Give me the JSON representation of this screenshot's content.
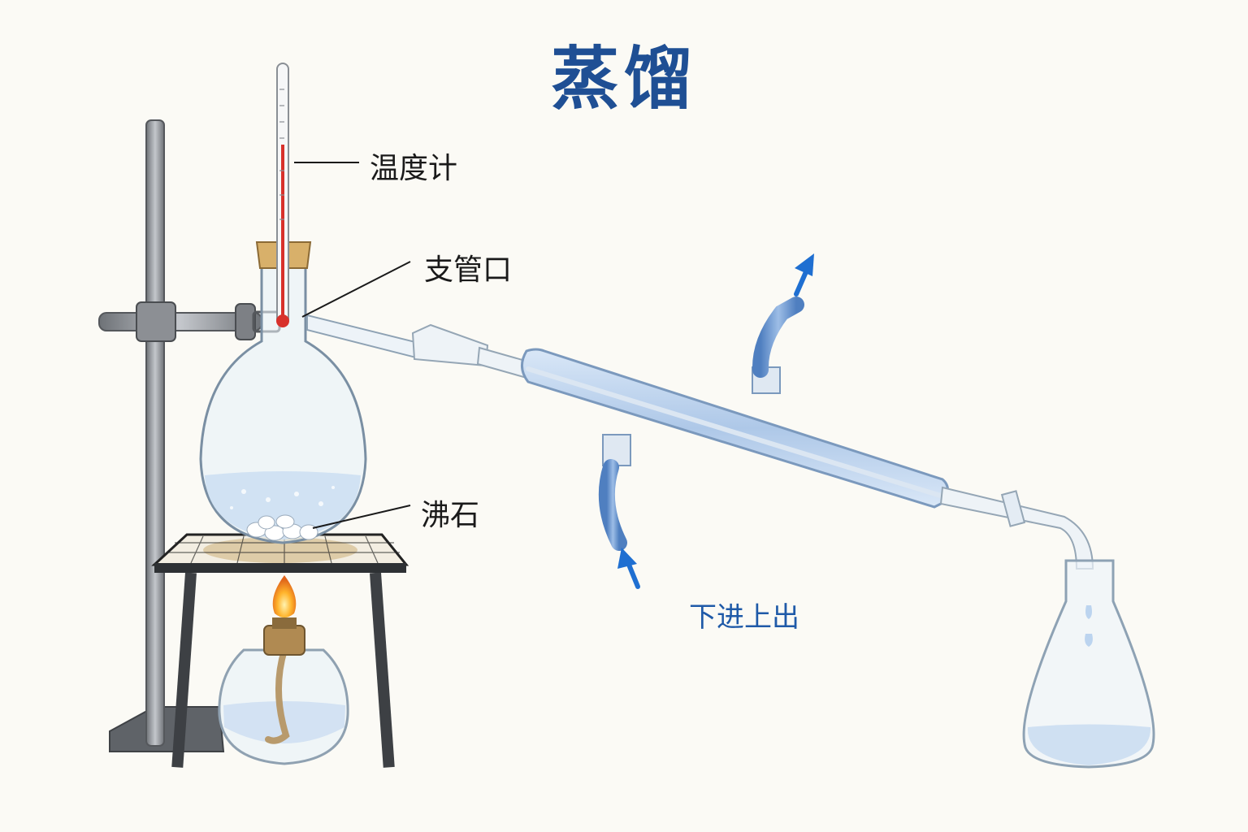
{
  "title": "蒸馏",
  "labels": {
    "thermometer": "温度计",
    "side_arm": "支管口",
    "boiling_stones": "沸石",
    "water_flow": "下进上出"
  },
  "colors": {
    "title": "#1f4f94",
    "flow_arrow": "#1f6fd1",
    "water": "#cfe0f2",
    "condenser_jacket": "#bcd3ee",
    "thermometer_liquid": "#d8312b",
    "cork": "#d8b06a",
    "iron_stand": "#8c8f94"
  },
  "icons": {
    "inlet_arrow": "arrow-up-icon",
    "outlet_arrow": "arrow-up-icon",
    "flame": "flame-icon"
  }
}
